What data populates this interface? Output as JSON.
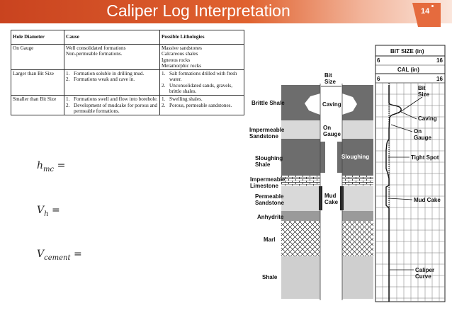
{
  "header": {
    "title": "Caliper Log Interpretation",
    "page_number": "14"
  },
  "table": {
    "headers": [
      "Hole Diameter",
      "Cause",
      "Possible Lithologies"
    ],
    "rows": [
      {
        "diameter": "On Gauge",
        "cause": [
          "Well consolidated formations",
          "Non-permeable formations."
        ],
        "lithologies": [
          "Massive sandstones",
          "Calcareous shales",
          "Igneous rocks",
          "Metamorphic rocks"
        ]
      },
      {
        "diameter": "Larger than Bit Size",
        "cause": [
          {
            "num": "1.",
            "text": "Formation soluble in drilling mud."
          },
          {
            "num": "2.",
            "text": "Formations weak and cave in."
          }
        ],
        "lithologies": [
          {
            "num": "1.",
            "text": "Salt formations drilled with fresh water."
          },
          {
            "num": "2.",
            "text": "Unconsolidated sands, gravels, brittle shales."
          }
        ]
      },
      {
        "diameter": "Smaller than Bit Size",
        "cause": [
          {
            "num": "1.",
            "text": "Formations swell and flow into borehole."
          },
          {
            "num": "2.",
            "text": "Development of mudcake for porous and permeable formations."
          }
        ],
        "lithologies": [
          {
            "num": "1.",
            "text": "Swelling shales."
          },
          {
            "num": "2.",
            "text": "Porous, permeable sandstones."
          }
        ]
      }
    ]
  },
  "formulas": {
    "h_base": "h",
    "h_sub": "mc",
    "v_base": "V",
    "v_sub": "h",
    "c_base": "V",
    "c_sub": "cement",
    "equals": "="
  },
  "diagram": {
    "lithology_labels": [
      "Brittle Shale",
      "Impermeable Sandstone",
      "Sloughing Shale",
      "Impermeable Limestone",
      "Permeable Sandstone",
      "Anhydrite",
      "Marl",
      "Shale"
    ],
    "borehole_labels": {
      "bit_size": "Bit Size",
      "caving": "Caving",
      "on_gauge": "On Gauge",
      "sloughing": "Sloughing",
      "mud_cake": "Mud Cake"
    },
    "log": {
      "bit_size_header": "BIT SIZE (in)",
      "bit_min": "6",
      "bit_max": "16",
      "cal_header": "CAL (in)",
      "cal_min": "6",
      "cal_max": "16",
      "annotations": {
        "bit_size": "Bit Size",
        "caving": "Caving",
        "on_gauge": "On Gauge",
        "tight_spot": "Tight Spot",
        "mud_cake": "Mud Cake",
        "caliper_curve": "Caliper Curve"
      }
    }
  },
  "colors": {
    "accent": "#d9502a",
    "rock_dark": "#6d6d6d",
    "rock_light": "#d9d9d9",
    "mud_cake": "#222222"
  }
}
